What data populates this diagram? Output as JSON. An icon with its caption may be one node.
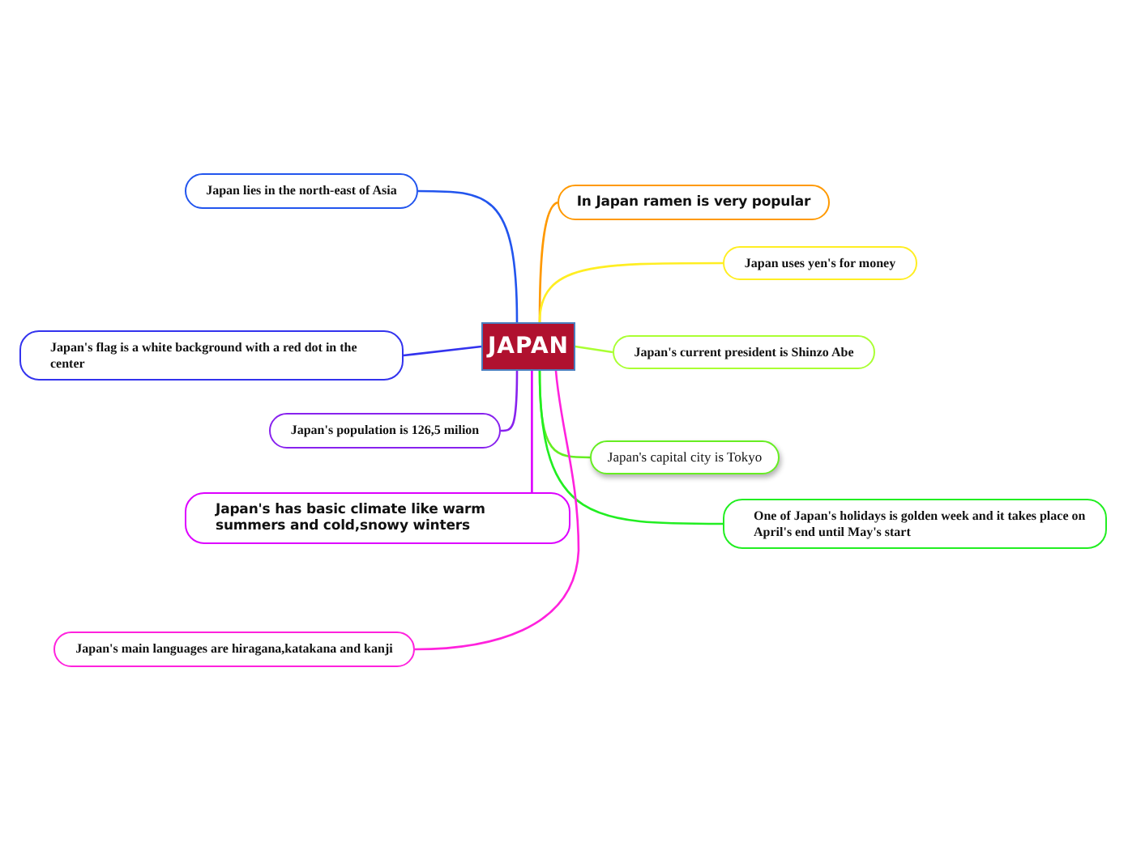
{
  "diagram": {
    "nodes": [
      {
        "text": [
          "JAPAN"
        ]
      },
      {
        "text": [
          "Japan lies in the north-east of Asia"
        ]
      },
      {
        "text": [
          "In Japan ramen is very popular"
        ]
      },
      {
        "text": [
          "Japan uses yen's for money"
        ]
      },
      {
        "text": [
          "Japan's flag is a white background with a red dot in the center"
        ]
      },
      {
        "text": [
          "Japan's current president is Shinzo Abe"
        ]
      },
      {
        "text": [
          "Japan's population is 126,5 milion"
        ]
      },
      {
        "text": [
          "Japan's capital city is Tokyo"
        ]
      },
      {
        "text": [
          "Japan's has basic climate like warm summers and cold,snowy winters"
        ]
      },
      {
        "text": [
          "One of Japan's holidays is golden week and it takes place on April's end until May's start"
        ]
      },
      {
        "text": [
          "Japan's main languages are hiragana,katakana and kanji"
        ]
      }
    ],
    "edges": [
      {
        "from": 0,
        "to": 1,
        "arrow": "none",
        "color": "#2255ee"
      },
      {
        "from": 0,
        "to": 2,
        "arrow": "none",
        "color": "#ff9900"
      },
      {
        "from": 0,
        "to": 3,
        "arrow": "none",
        "color": "#ffee22"
      },
      {
        "from": 0,
        "to": 4,
        "arrow": "none",
        "color": "#3333ee"
      },
      {
        "from": 0,
        "to": 5,
        "arrow": "none",
        "color": "#aaff33"
      },
      {
        "from": 0,
        "to": 6,
        "arrow": "none",
        "color": "#8822ee"
      },
      {
        "from": 0,
        "to": 7,
        "arrow": "none",
        "color": "#66ee22"
      },
      {
        "from": 0,
        "to": 8,
        "arrow": "none",
        "color": "#dd00ff"
      },
      {
        "from": 0,
        "to": 9,
        "arrow": "none",
        "color": "#22ee22"
      },
      {
        "from": 0,
        "to": 10,
        "arrow": "none",
        "color": "#ff22dd"
      }
    ]
  }
}
